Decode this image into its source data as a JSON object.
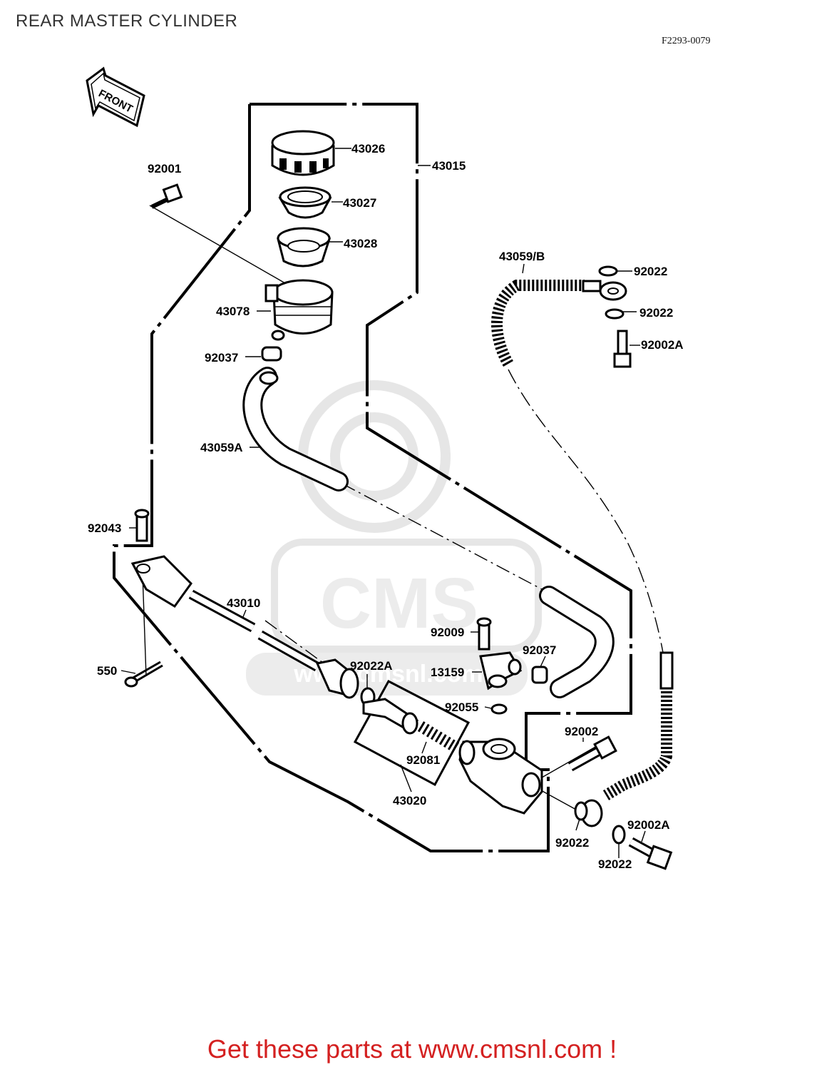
{
  "header": {
    "title": "REAR MASTER CYLINDER",
    "figure_code": "F2293-0079"
  },
  "front_arrow": {
    "label": "FRONT"
  },
  "watermark": {
    "text1": "CMS",
    "text2": "www.cmsnl.com"
  },
  "parts": {
    "p43026": "43026",
    "p43015": "43015",
    "p92001": "92001",
    "p43027": "43027",
    "p43028": "43028",
    "p43059B": "43059/B",
    "p92022a": "92022",
    "p92022b": "92022",
    "p43078": "43078",
    "p92002Atop": "92002A",
    "p92037top": "92037",
    "p43059A": "43059A",
    "p92043": "92043",
    "p43010": "43010",
    "p92009": "92009",
    "p92037": "92037",
    "p550": "550",
    "p92022A": "92022A",
    "p13159": "13159",
    "p92055": "92055",
    "p92002": "92002",
    "p92081": "92081",
    "p43020": "43020",
    "p92002Abot": "92002A",
    "p92022c": "92022",
    "p92022d": "92022"
  },
  "footer": {
    "text": "Get these parts at www.cmsnl.com !"
  }
}
